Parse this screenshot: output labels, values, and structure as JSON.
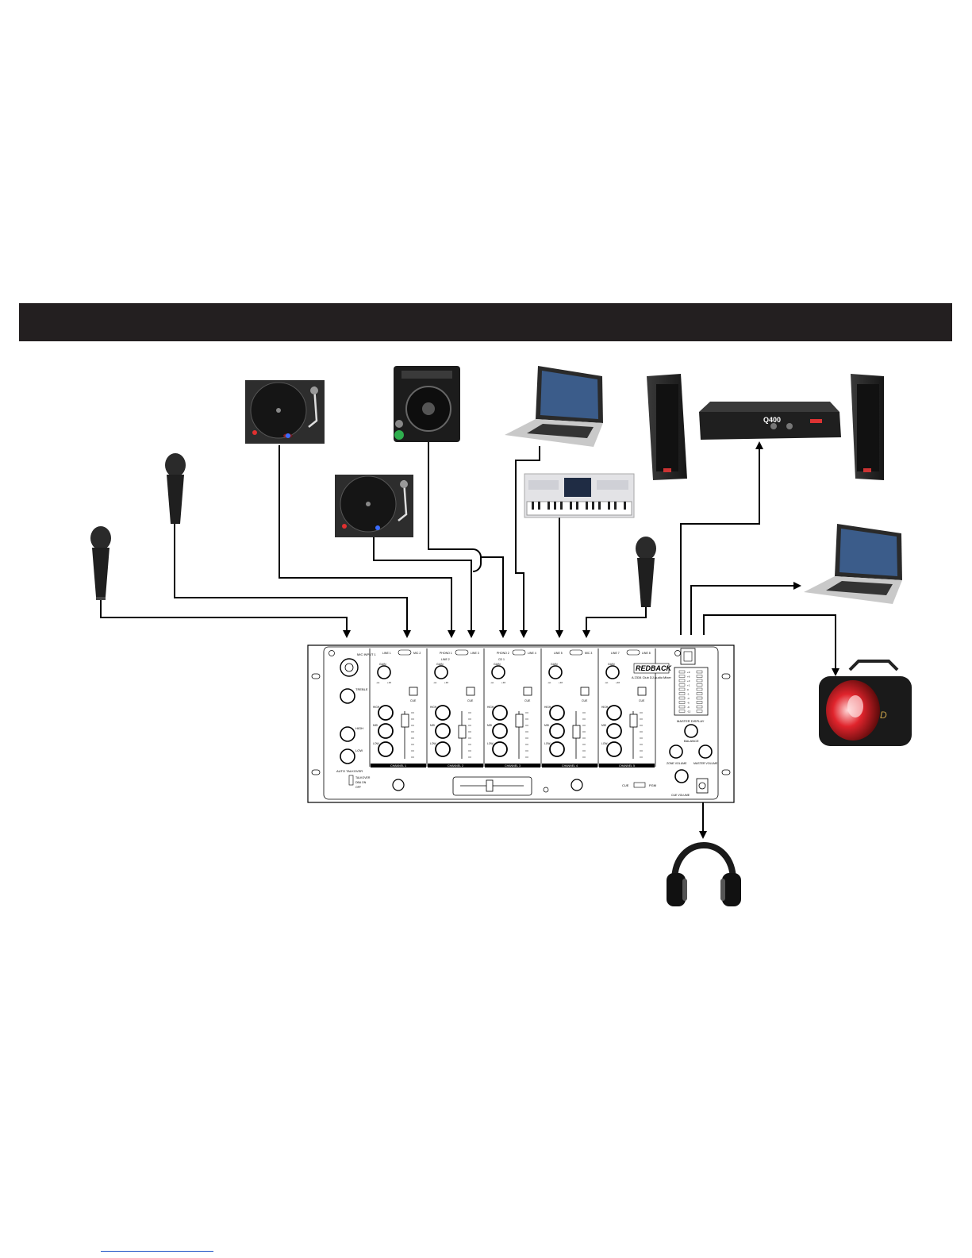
{
  "mixer": {
    "brand": "REDBACK",
    "model": "A 2334 Club DJ Audio Mixer",
    "mic_input_label": "MIC INPUT 1",
    "mic_knobs": [
      "TREBLE",
      "HIGH",
      "LOW"
    ],
    "talkover": {
      "label": "AUTO TALKOVER",
      "options": [
        "TALKOVER",
        "DBA ON",
        "OFF"
      ]
    },
    "channels": [
      {
        "name": "CHANNEL 1",
        "selector": [
          "LINE 1",
          "MIC 2"
        ]
      },
      {
        "name": "CHANNEL 2",
        "selector": [
          "PHONO 1",
          "LINE 2",
          "LINE 3"
        ]
      },
      {
        "name": "CHANNEL 3",
        "selector": [
          "PHONO 2",
          "CD 1",
          "LINE 4"
        ]
      },
      {
        "name": "CHANNEL 4",
        "selector": [
          "LINE 5",
          "MIC 3"
        ]
      },
      {
        "name": "CHANNEL 5",
        "selector": [
          "LINE 7",
          "LINE 8"
        ]
      }
    ],
    "channel_knobs": [
      "GAIN",
      "HIGH",
      "MID",
      "LOW"
    ],
    "cue_label": "CUE",
    "gain_range": [
      "-oo",
      "+10"
    ],
    "master_display_label": "MASTER DISPLAY",
    "meter_marks": [
      "+9",
      "+6",
      "+3",
      "+1",
      "0",
      "-1",
      "-3",
      "-6",
      "-9",
      "-12"
    ],
    "balance_label": "BALANCE",
    "zone_volume_label": "ZONE VOLUME",
    "master_volume_label": "MASTER VOLUME",
    "cue_volume_label": "CUE VOLUME",
    "cue_pgm": [
      "CUE",
      "PGM"
    ]
  },
  "devices": [
    {
      "id": "microphone-1"
    },
    {
      "id": "microphone-2"
    },
    {
      "id": "turntable-1"
    },
    {
      "id": "turntable-2"
    },
    {
      "id": "cd-player"
    },
    {
      "id": "laptop-input"
    },
    {
      "id": "keyboard"
    },
    {
      "id": "microphone-3"
    },
    {
      "id": "speaker-left"
    },
    {
      "id": "amplifier"
    },
    {
      "id": "speaker-right"
    },
    {
      "id": "laptop-output"
    },
    {
      "id": "light-effect"
    },
    {
      "id": "headphones"
    }
  ],
  "amp_model": "Q400",
  "colors": {
    "banner": "#231f20",
    "wire": "#000000",
    "light_beam": "#d8232a",
    "cd_button": "#2fae4e",
    "platter_glow": "#3a6cff"
  }
}
